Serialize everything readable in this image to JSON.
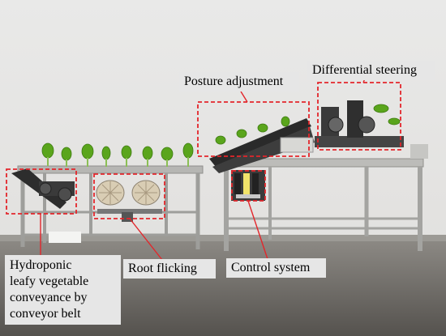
{
  "labels": {
    "posture_adjustment": "Posture adjustment",
    "differential_steering": "Differential steering",
    "hydroponic": "Hydroponic\nleafy vegetable\nconveyance by\nconveyor belt",
    "root_flicking": "Root flicking",
    "control_system": "Control system"
  },
  "colors": {
    "wall": "#ededeb",
    "floor": "#6e6b66",
    "frame": "#a9a9a6",
    "belt": "#2a2a2a",
    "leaf": "#5aa51c",
    "annotation": "#e3262b",
    "label_bg": "#e6e6e6"
  }
}
